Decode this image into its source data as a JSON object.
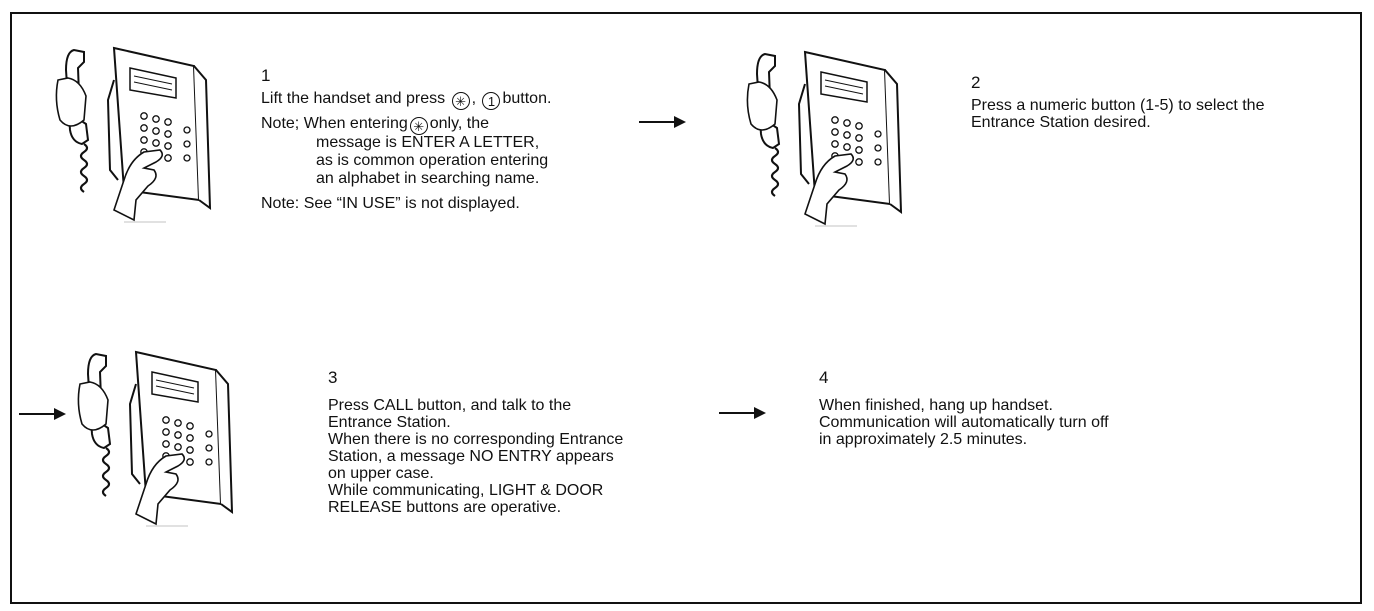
{
  "steps": [
    {
      "number": "1",
      "lines": [
        "Lift the handset and press",
        "Note; When entering",
        "message is ENTER A LETTER,",
        "as is common operation entering",
        "an alphabet in searching name.",
        "Note: See “IN USE” is not displayed."
      ],
      "after_star_1": ",",
      "button_suffix": "button.",
      "after_star_2": "only, the",
      "star_symbol": "✳",
      "one_symbol": "1"
    },
    {
      "number": "2",
      "lines": [
        "Press a numeric button (1-5) to select the",
        "Entrance Station desired."
      ]
    },
    {
      "number": "3",
      "lines": [
        "Press CALL button, and talk to the",
        "Entrance Station.",
        "When there is no corresponding Entrance",
        "Station, a message NO ENTRY appears",
        "on upper case.",
        "While communicating, LIGHT & DOOR",
        "RELEASE buttons are operative."
      ]
    },
    {
      "number": "4",
      "lines": [
        "When finished, hang up handset.",
        "Communication will automatically turn off",
        "in approximately 2.5 minutes."
      ]
    }
  ]
}
